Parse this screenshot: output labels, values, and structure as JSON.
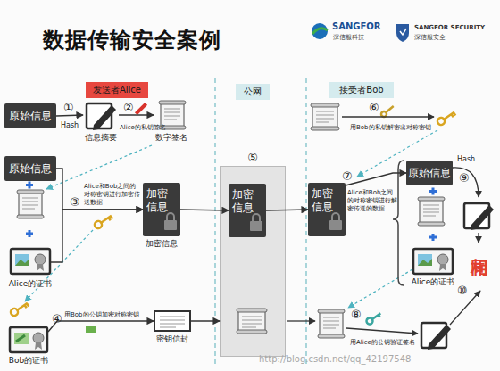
{
  "diagram": {
    "title": "数据传输安全案例",
    "nodes": [
      {
        "text": [
          "原始信息"
        ]
      },
      {
        "text": [
          "信息摘要"
        ]
      },
      {
        "text": [
          "数字签名"
        ]
      },
      {
        "text": [
          "原始信息"
        ]
      },
      {
        "text": [
          "Alice的证书"
        ]
      },
      {
        "text": [
          "加密 信息",
          "加密信息"
        ]
      },
      {
        "text": [
          "Bob的证书"
        ]
      },
      {
        "text": [
          "密钥信封"
        ]
      },
      {
        "text": [
          "⑤"
        ]
      },
      {
        "text": [
          "加密 信息"
        ],
        "in": 8
      },
      {
        "text": [
          "加密 信息"
        ]
      },
      {
        "text": [
          "原始信息"
        ]
      },
      {
        "text": [
          "Alice的证书"
        ]
      }
    ],
    "edges": [
      {
        "from": 0,
        "to": 1,
        "arrow": "to",
        "label": "Hash"
      },
      {
        "from": 1,
        "to": 2,
        "arrow": "to",
        "label": "Alice的私钥签名"
      },
      {
        "from": 3,
        "to": 5,
        "arrow": "to",
        "label": "Alice和Bob之间的对称密钥进行加密传送数据"
      },
      {
        "from": 4,
        "to": 5,
        "arrow": "to"
      },
      {
        "from": 6,
        "to": 7,
        "arrow": "to",
        "label": "用Bob的公钥加密对称密钥"
      },
      {
        "from": 5,
        "to": 9,
        "arrow": "to"
      },
      {
        "from": 7,
        "to": 8,
        "arrow": "to"
      },
      {
        "from": 9,
        "to": 10,
        "arrow": "to"
      },
      {
        "from": 10,
        "to": 11,
        "arrow": "to",
        "label": "Alice和Bob之间的对称密钥进行解密传送的数据"
      }
    ],
    "labels": [
      "SANGFOR",
      "深信服科技",
      "SANGFOR SECURITY",
      "深信服安全",
      "发送者Alice",
      "公网",
      "接受者Bob",
      "①",
      "②",
      "③",
      "④",
      "⑥",
      "用Bob的私钥解密出对称密钥",
      "⑦",
      "Hash",
      "⑨",
      "⑧",
      "用Alice的公钥验证签名",
      "相同",
      "⑩",
      "http://blog.csdn.net/qq_42197548"
    ]
  }
}
